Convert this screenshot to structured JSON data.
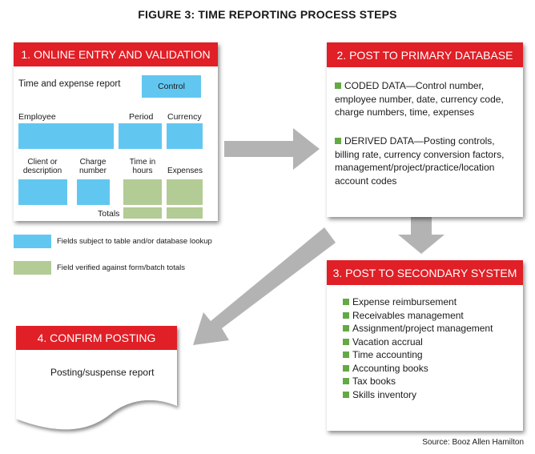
{
  "figure_title": "FIGURE 3: TIME REPORTING PROCESS STEPS",
  "step1": {
    "header": "1. ONLINE ENTRY AND VALIDATION",
    "report_label": "Time and expense report",
    "control_label": "Control",
    "employee_label": "Employee",
    "period_label": "Period",
    "currency_label": "Currency",
    "client_label": "Client or description",
    "charge_label": "Charge number",
    "time_label": "Time in hours",
    "expenses_label": "Expenses",
    "totals_label": "Totals"
  },
  "legend": {
    "blue_label": "Fields subject to table and/or database lookup",
    "green_label": "Field verified against form/batch totals"
  },
  "step2": {
    "header": "2. POST TO PRIMARY DATABASE",
    "coded": "CODED DATA—Control number, employee number, date, currency code, charge numbers, time, expenses",
    "derived": "DERIVED DATA—Posting controls, billing rate, currency conversion factors, management/project/practice/location account codes"
  },
  "step3": {
    "header": "3. POST TO SECONDARY SYSTEM",
    "items": [
      "Expense reimbursement",
      "Receivables management",
      "Assignment/project management",
      "Vacation accrual",
      "Time accounting",
      "Accounting books",
      "Tax books",
      "Skills inventory"
    ]
  },
  "step4": {
    "header": "4. CONFIRM POSTING",
    "report": "Posting/suspense report"
  },
  "source": "Source: Booz Allen Hamilton",
  "colors": {
    "header_red": "#e01f26",
    "lookup_blue": "#62c7f0",
    "verified_green": "#b3cb95",
    "bullet_green": "#63a945",
    "arrow_gray": "#b3b3b3"
  }
}
